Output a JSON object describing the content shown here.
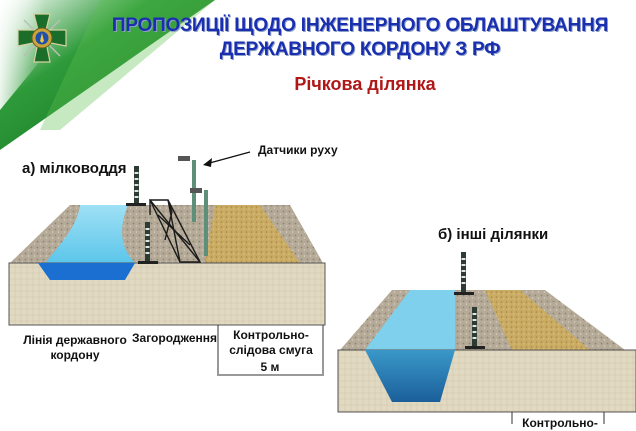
{
  "header": {
    "title_line1": "ПРОПОЗИЦІЇ ЩОДО ІНЖЕНЕРНОГО ОБЛАШТУВАННЯ",
    "title_line2": "ДЕРЖАВНОГО КОРДОНУ З РФ",
    "subtitle": "Річкова ділянка",
    "emblem": "border-guard-cross-emblem",
    "colors": {
      "title": "#1a2fb0",
      "subtitle": "#b01818",
      "banner_green": "#1f8a2a"
    }
  },
  "diagram_a": {
    "title": "а) мілководдя",
    "sensor_label": "Датчики руху",
    "captions": {
      "border_line": "Лінія державного кордону",
      "fence": "Загородження",
      "control_strip": "Контрольно-слідова смуга",
      "width": "5 м"
    }
  },
  "diagram_b": {
    "title": "б) інші ділянки",
    "captions": {
      "control_strip_partial": "Контрольно-"
    }
  }
}
